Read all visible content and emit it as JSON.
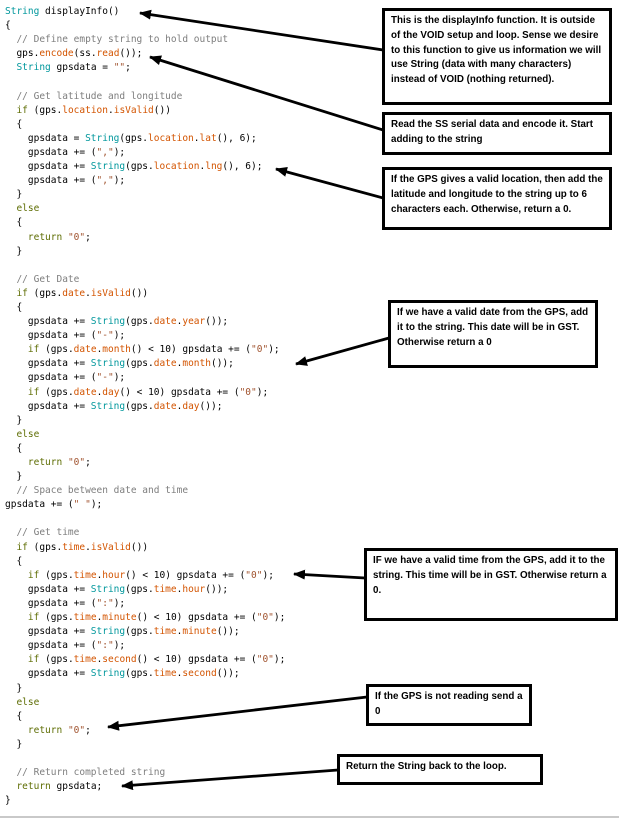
{
  "syntax_colors": {
    "type_keyword": "#00979C",
    "control_keyword": "#5E6D03",
    "function": "#D35400",
    "string": "#A0522D",
    "comment": "#7E7E7E",
    "plain": "#000000"
  },
  "code": {
    "lines": [
      [
        [
          "k",
          "String"
        ],
        [
          "p",
          " displayInfo()"
        ]
      ],
      [
        [
          "p",
          "{"
        ]
      ],
      [
        [
          "p",
          "  "
        ],
        [
          "m",
          "// Define empty string to hold output"
        ]
      ],
      [
        [
          "p",
          "  gps."
        ],
        [
          "f",
          "encode"
        ],
        [
          "p",
          "(ss."
        ],
        [
          "f",
          "read"
        ],
        [
          "p",
          "());"
        ]
      ],
      [
        [
          "p",
          "  "
        ],
        [
          "k",
          "String"
        ],
        [
          "p",
          " gpsdata = "
        ],
        [
          "s",
          "\"\""
        ],
        [
          "p",
          ";"
        ]
      ],
      [],
      [
        [
          "p",
          "  "
        ],
        [
          "m",
          "// Get latitude and longitude"
        ]
      ],
      [
        [
          "p",
          "  "
        ],
        [
          "c",
          "if"
        ],
        [
          "p",
          " (gps."
        ],
        [
          "f",
          "location"
        ],
        [
          "p",
          "."
        ],
        [
          "f",
          "isValid"
        ],
        [
          "p",
          "())"
        ]
      ],
      [
        [
          "p",
          "  {"
        ]
      ],
      [
        [
          "p",
          "    gpsdata = "
        ],
        [
          "k",
          "String"
        ],
        [
          "p",
          "(gps."
        ],
        [
          "f",
          "location"
        ],
        [
          "p",
          "."
        ],
        [
          "f",
          "lat"
        ],
        [
          "p",
          "(), 6);"
        ]
      ],
      [
        [
          "p",
          "    gpsdata += ("
        ],
        [
          "s",
          "\",\""
        ],
        [
          "p",
          ");"
        ]
      ],
      [
        [
          "p",
          "    gpsdata += "
        ],
        [
          "k",
          "String"
        ],
        [
          "p",
          "(gps."
        ],
        [
          "f",
          "location"
        ],
        [
          "p",
          "."
        ],
        [
          "f",
          "lng"
        ],
        [
          "p",
          "(), 6);"
        ]
      ],
      [
        [
          "p",
          "    gpsdata += ("
        ],
        [
          "s",
          "\",\""
        ],
        [
          "p",
          ");"
        ]
      ],
      [
        [
          "p",
          "  }"
        ]
      ],
      [
        [
          "p",
          "  "
        ],
        [
          "c",
          "else"
        ]
      ],
      [
        [
          "p",
          "  {"
        ]
      ],
      [
        [
          "p",
          "    "
        ],
        [
          "c",
          "return"
        ],
        [
          "p",
          " "
        ],
        [
          "s",
          "\"0\""
        ],
        [
          "p",
          ";"
        ]
      ],
      [
        [
          "p",
          "  }"
        ]
      ],
      [],
      [
        [
          "p",
          "  "
        ],
        [
          "m",
          "// Get Date"
        ]
      ],
      [
        [
          "p",
          "  "
        ],
        [
          "c",
          "if"
        ],
        [
          "p",
          " (gps."
        ],
        [
          "f",
          "date"
        ],
        [
          "p",
          "."
        ],
        [
          "f",
          "isValid"
        ],
        [
          "p",
          "())"
        ]
      ],
      [
        [
          "p",
          "  {"
        ]
      ],
      [
        [
          "p",
          "    gpsdata += "
        ],
        [
          "k",
          "String"
        ],
        [
          "p",
          "(gps."
        ],
        [
          "f",
          "date"
        ],
        [
          "p",
          "."
        ],
        [
          "f",
          "year"
        ],
        [
          "p",
          "());"
        ]
      ],
      [
        [
          "p",
          "    gpsdata += ("
        ],
        [
          "s",
          "\"-\""
        ],
        [
          "p",
          ");"
        ]
      ],
      [
        [
          "p",
          "    "
        ],
        [
          "c",
          "if"
        ],
        [
          "p",
          " (gps."
        ],
        [
          "f",
          "date"
        ],
        [
          "p",
          "."
        ],
        [
          "f",
          "month"
        ],
        [
          "p",
          "() < 10) gpsdata += ("
        ],
        [
          "s",
          "\"0\""
        ],
        [
          "p",
          ");"
        ]
      ],
      [
        [
          "p",
          "    gpsdata += "
        ],
        [
          "k",
          "String"
        ],
        [
          "p",
          "(gps."
        ],
        [
          "f",
          "date"
        ],
        [
          "p",
          "."
        ],
        [
          "f",
          "month"
        ],
        [
          "p",
          "());"
        ]
      ],
      [
        [
          "p",
          "    gpsdata += ("
        ],
        [
          "s",
          "\"-\""
        ],
        [
          "p",
          ");"
        ]
      ],
      [
        [
          "p",
          "    "
        ],
        [
          "c",
          "if"
        ],
        [
          "p",
          " (gps."
        ],
        [
          "f",
          "date"
        ],
        [
          "p",
          "."
        ],
        [
          "f",
          "day"
        ],
        [
          "p",
          "() < 10) gpsdata += ("
        ],
        [
          "s",
          "\"0\""
        ],
        [
          "p",
          ");"
        ]
      ],
      [
        [
          "p",
          "    gpsdata += "
        ],
        [
          "k",
          "String"
        ],
        [
          "p",
          "(gps."
        ],
        [
          "f",
          "date"
        ],
        [
          "p",
          "."
        ],
        [
          "f",
          "day"
        ],
        [
          "p",
          "());"
        ]
      ],
      [
        [
          "p",
          "  }"
        ]
      ],
      [
        [
          "p",
          "  "
        ],
        [
          "c",
          "else"
        ]
      ],
      [
        [
          "p",
          "  {"
        ]
      ],
      [
        [
          "p",
          "    "
        ],
        [
          "c",
          "return"
        ],
        [
          "p",
          " "
        ],
        [
          "s",
          "\"0\""
        ],
        [
          "p",
          ";"
        ]
      ],
      [
        [
          "p",
          "  }"
        ]
      ],
      [
        [
          "p",
          "  "
        ],
        [
          "m",
          "// Space between date and time"
        ]
      ],
      [
        [
          "p",
          "gpsdata += ("
        ],
        [
          "s",
          "\" \""
        ],
        [
          "p",
          ");"
        ]
      ],
      [],
      [
        [
          "p",
          "  "
        ],
        [
          "m",
          "// Get time"
        ]
      ],
      [
        [
          "p",
          "  "
        ],
        [
          "c",
          "if"
        ],
        [
          "p",
          " (gps."
        ],
        [
          "f",
          "time"
        ],
        [
          "p",
          "."
        ],
        [
          "f",
          "isValid"
        ],
        [
          "p",
          "())"
        ]
      ],
      [
        [
          "p",
          "  {"
        ]
      ],
      [
        [
          "p",
          "    "
        ],
        [
          "c",
          "if"
        ],
        [
          "p",
          " (gps."
        ],
        [
          "f",
          "time"
        ],
        [
          "p",
          "."
        ],
        [
          "f",
          "hour"
        ],
        [
          "p",
          "() < 10) gpsdata += ("
        ],
        [
          "s",
          "\"0\""
        ],
        [
          "p",
          ");"
        ]
      ],
      [
        [
          "p",
          "    gpsdata += "
        ],
        [
          "k",
          "String"
        ],
        [
          "p",
          "(gps."
        ],
        [
          "f",
          "time"
        ],
        [
          "p",
          "."
        ],
        [
          "f",
          "hour"
        ],
        [
          "p",
          "());"
        ]
      ],
      [
        [
          "p",
          "    gpsdata += ("
        ],
        [
          "s",
          "\":\""
        ],
        [
          "p",
          ");"
        ]
      ],
      [
        [
          "p",
          "    "
        ],
        [
          "c",
          "if"
        ],
        [
          "p",
          " (gps."
        ],
        [
          "f",
          "time"
        ],
        [
          "p",
          "."
        ],
        [
          "f",
          "minute"
        ],
        [
          "p",
          "() < 10) gpsdata += ("
        ],
        [
          "s",
          "\"0\""
        ],
        [
          "p",
          ");"
        ]
      ],
      [
        [
          "p",
          "    gpsdata += "
        ],
        [
          "k",
          "String"
        ],
        [
          "p",
          "(gps."
        ],
        [
          "f",
          "time"
        ],
        [
          "p",
          "."
        ],
        [
          "f",
          "minute"
        ],
        [
          "p",
          "());"
        ]
      ],
      [
        [
          "p",
          "    gpsdata += ("
        ],
        [
          "s",
          "\":\""
        ],
        [
          "p",
          ");"
        ]
      ],
      [
        [
          "p",
          "    "
        ],
        [
          "c",
          "if"
        ],
        [
          "p",
          " (gps."
        ],
        [
          "f",
          "time"
        ],
        [
          "p",
          "."
        ],
        [
          "f",
          "second"
        ],
        [
          "p",
          "() < 10) gpsdata += ("
        ],
        [
          "s",
          "\"0\""
        ],
        [
          "p",
          ");"
        ]
      ],
      [
        [
          "p",
          "    gpsdata += "
        ],
        [
          "k",
          "String"
        ],
        [
          "p",
          "(gps."
        ],
        [
          "f",
          "time"
        ],
        [
          "p",
          "."
        ],
        [
          "f",
          "second"
        ],
        [
          "p",
          "());"
        ]
      ],
      [
        [
          "p",
          "  }"
        ]
      ],
      [
        [
          "p",
          "  "
        ],
        [
          "c",
          "else"
        ]
      ],
      [
        [
          "p",
          "  {"
        ]
      ],
      [
        [
          "p",
          "    "
        ],
        [
          "c",
          "return"
        ],
        [
          "p",
          " "
        ],
        [
          "s",
          "\"0\""
        ],
        [
          "p",
          ";"
        ]
      ],
      [
        [
          "p",
          "  }"
        ]
      ],
      [],
      [
        [
          "p",
          "  "
        ],
        [
          "m",
          "// Return completed string"
        ]
      ],
      [
        [
          "p",
          "  "
        ],
        [
          "c",
          "return"
        ],
        [
          "p",
          " gpsdata;"
        ]
      ],
      [
        [
          "p",
          "}"
        ]
      ]
    ]
  },
  "callouts": [
    {
      "text": "This is the displayInfo function. It is outside of the VOID setup and loop. Sense we desire to this function to give us information we will use String (data with many characters) instead of VOID (nothing returned)."
    },
    {
      "text": "Read the SS serial data and encode it. Start adding to the string"
    },
    {
      "text": "If the GPS gives a valid location, then add the latitude and longitude to the string up to 6 characters each.  Otherwise, return a 0."
    },
    {
      "text": "If we have a valid date from the GPS, add it to the string. This date will be in GST. Otherwise return a 0"
    },
    {
      "text": "IF we have a valid time from the GPS, add it to the string. This time will be in GST. Otherwise return a 0."
    },
    {
      "text": "If the GPS is not reading send a 0"
    },
    {
      "text": "Return the String back to the loop."
    }
  ]
}
